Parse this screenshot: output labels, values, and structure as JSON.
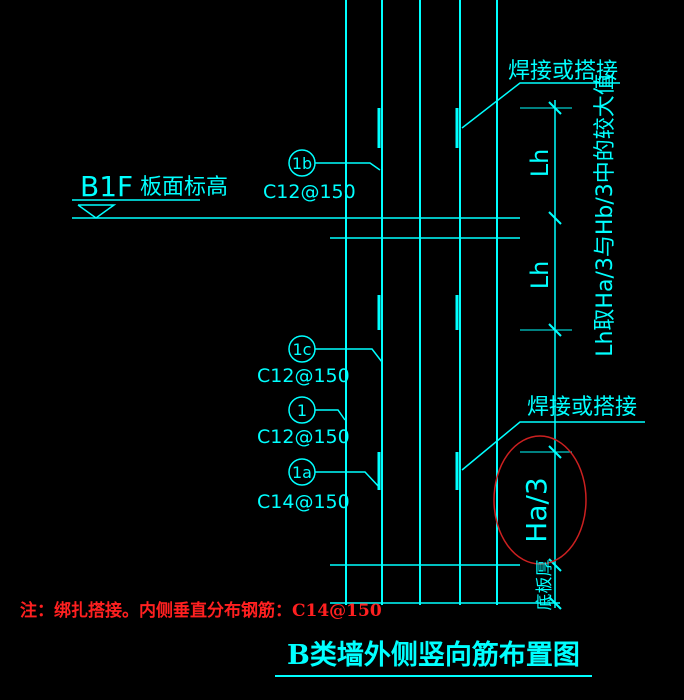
{
  "colors": {
    "background": "#000000",
    "line": "#00ffff",
    "note": "#ff2020",
    "highlight_circle": "#cc2020",
    "white_dim": "#ffffff"
  },
  "level": {
    "tag": "B1F",
    "label": "板面标高"
  },
  "bars": [
    {
      "id": "1b",
      "spec": "C12@150"
    },
    {
      "id": "1c",
      "spec": "C12@150"
    },
    {
      "id": "1",
      "spec": "C12@150"
    },
    {
      "id": "1a",
      "spec": "C14@150"
    }
  ],
  "callouts": {
    "top": "焊接或搭接",
    "bottom": "焊接或搭接"
  },
  "dimensions": {
    "upper_lh": "Lh",
    "lower_lh": "Lh",
    "lh_note": "Lh取Ha/3与Hb/3中的较大值",
    "ha3": "Ha/3",
    "slab": "底板厚"
  },
  "note": "注：绑扎搭接。内侧垂直分布钢筋：C14@150",
  "title": "B类墙外侧竖向筋布置图"
}
